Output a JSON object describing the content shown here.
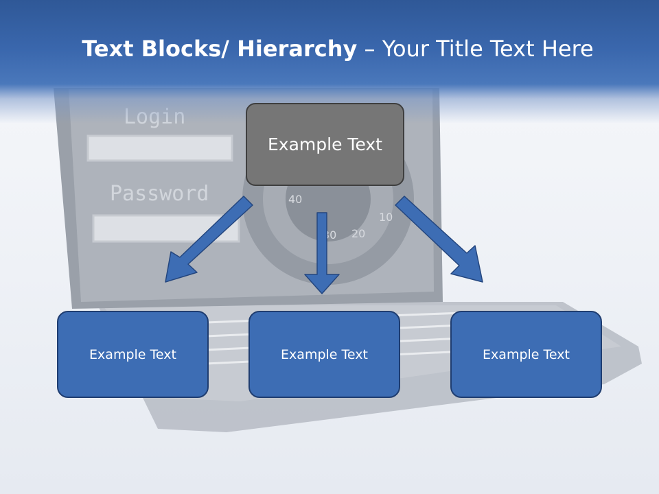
{
  "title": {
    "bold": "Text Blocks/ Hierarchy",
    "rest": " – Your Title Text Here"
  },
  "background": {
    "login_label": "Login",
    "password_label": "Password",
    "dial_numbers": [
      "40",
      "30",
      "20",
      "10"
    ]
  },
  "diagram": {
    "top": "Example Text",
    "children": [
      "Example Text",
      "Example Text",
      "Example Text"
    ]
  },
  "colors": {
    "header": "#3a67ad",
    "top_box": "#767676",
    "child_box": "#3d6db4",
    "arrow": "#3d6db4"
  }
}
